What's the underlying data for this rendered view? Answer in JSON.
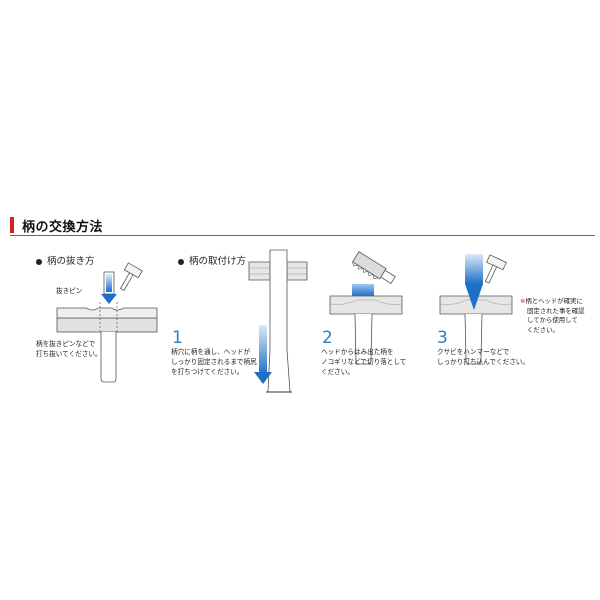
{
  "header": {
    "title": "柄の交換方法"
  },
  "removal": {
    "title": "柄の抜き方",
    "pin_label": "抜きピン",
    "caption": [
      "柄を抜きピンなどで",
      "打ち抜いてください。"
    ]
  },
  "mounting": {
    "title": "柄の取付け方",
    "steps": [
      {
        "number": "1",
        "caption": [
          "柄穴に柄を通し、ヘッドが",
          "しっかり固定されるまで柄尻",
          "を打ちつけてください。"
        ]
      },
      {
        "number": "2",
        "caption": [
          "ヘッドからはみ出た柄を",
          "ノコギリなどで切り落として",
          "ください。"
        ]
      },
      {
        "number": "3",
        "caption": [
          "クサビをハンマーなどで",
          "しっかり打ち込んでください。"
        ]
      }
    ],
    "note": {
      "mark": "※",
      "lines": [
        "柄とヘッドが確実に",
        "固定された事を確認",
        "してから使用して",
        "ください。"
      ]
    }
  },
  "colors": {
    "accent_red": "#c8281e",
    "arrow_blue": "#1e6fc8",
    "metal_gray": "#e2e2e2",
    "outline": "#555555"
  }
}
